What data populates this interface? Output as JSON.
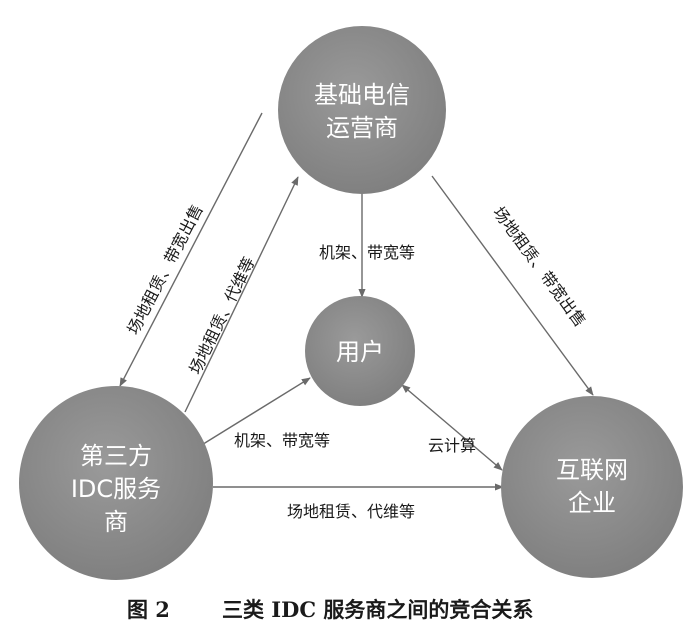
{
  "nodes": {
    "operator": {
      "line1": "基础电信",
      "line2": "运营商"
    },
    "user": {
      "line1": "用户"
    },
    "idc": {
      "line1": "第三方",
      "line2": "IDC服务",
      "line3": "商"
    },
    "internet": {
      "line1": "互联网",
      "line2": "企业"
    }
  },
  "edges": {
    "operator_to_idc": "场地租赁、带宽出售",
    "idc_to_operator": "场地租赁、代维等",
    "operator_to_user": "机架、带宽等",
    "operator_to_internet": "场地租赁、带宽出售",
    "idc_to_user": "机架、带宽等",
    "internet_to_user": "云计算",
    "idc_to_internet": "场地租赁、代维等"
  },
  "caption": {
    "figure_no": "图 2",
    "title": "三类 IDC 服务商之间的竞合关系"
  },
  "colors": {
    "node_fill": "#8c8c8c",
    "node_text": "#ffffff",
    "line": "#6a6a6a",
    "label_text": "#1a1a1a"
  }
}
